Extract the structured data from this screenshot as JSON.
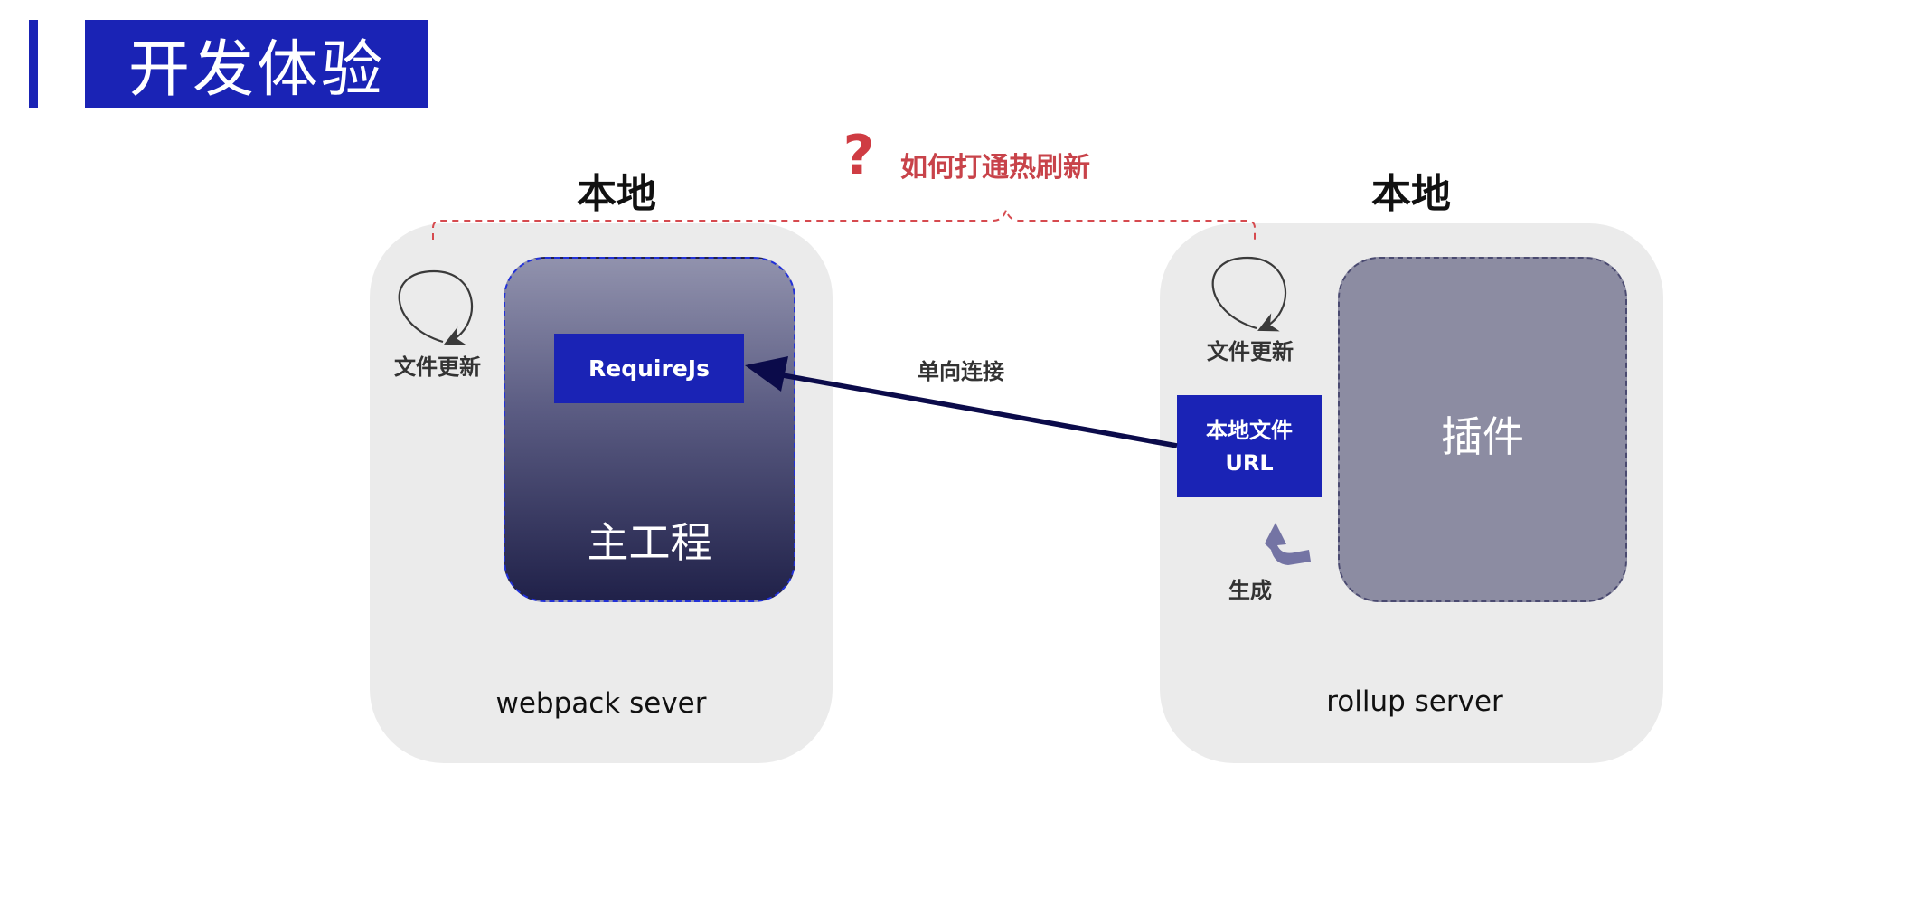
{
  "page": {
    "title": "开发体验"
  },
  "diagram": {
    "question": {
      "mark": "?",
      "text": "如何打通热刷新"
    },
    "left": {
      "heading": "本地",
      "server_label": "webpack sever",
      "refresh_label": "文件更新",
      "main_project_label": "主工程",
      "requirejs_label": "RequireJs"
    },
    "right": {
      "heading": "本地",
      "server_label": "rollup server",
      "refresh_label": "文件更新",
      "plugin_label": "插件",
      "local_url_line1": "本地文件",
      "local_url_line2": "URL",
      "generate_label": "生成"
    },
    "connection_label": "单向连接",
    "colors": {
      "accent_blue": "#1a23b5",
      "question_red": "#cf3c43",
      "server_bg": "#ebebeb",
      "plugin_bg": "#8c8ca2",
      "arrow_navy": "#0b0b4a"
    }
  }
}
